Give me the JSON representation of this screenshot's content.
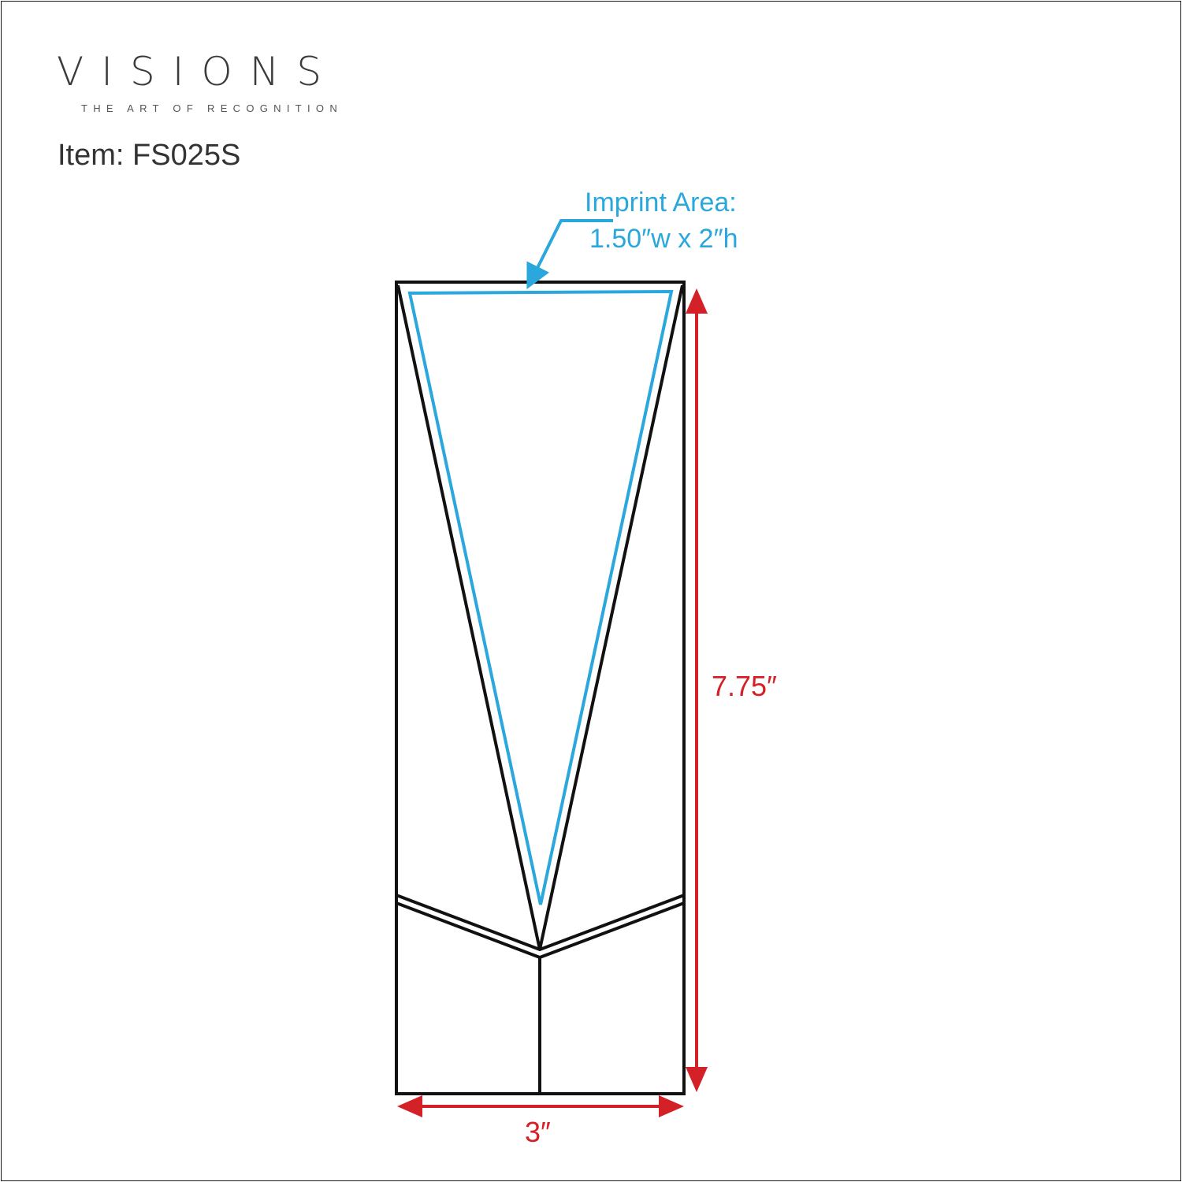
{
  "brand": {
    "name": "VISIONS",
    "tagline": "THE ART OF RECOGNITION"
  },
  "item": {
    "label": "Item: FS025S"
  },
  "imprint": {
    "title": "Imprint Area:",
    "size": "1.50″w x 2″h",
    "color": "#2aa7dc"
  },
  "dimensions": {
    "height": "7.75″",
    "width": "3″",
    "color": "#d42027"
  }
}
